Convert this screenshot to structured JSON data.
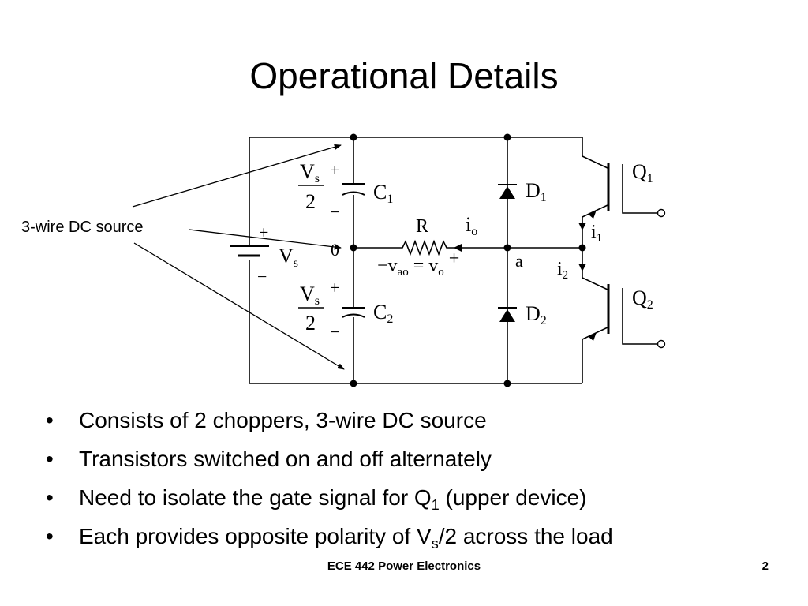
{
  "slide": {
    "title": "Operational Details",
    "footer_course": "ECE 442 Power Electronics",
    "footer_page": "2"
  },
  "diagram": {
    "callout": "3-wire DC source",
    "source": {
      "plus": "+",
      "minus": "−",
      "name": "V",
      "sub": "s"
    },
    "upper_half": {
      "num": "V",
      "num_sub": "s",
      "den": "2",
      "plus": "+",
      "minus": "−",
      "cap": "C",
      "cap_sub": "1"
    },
    "lower_half": {
      "num": "V",
      "num_sub": "s",
      "den": "2",
      "plus": "+",
      "minus": "−",
      "cap": "C",
      "cap_sub": "2"
    },
    "node_zero": "0",
    "node_a": "a",
    "resistor": "R",
    "current_out": {
      "name": "i",
      "sub": "o"
    },
    "voltage": {
      "minus": "−",
      "v1": "v",
      "v1_sub": "ao",
      "eq": " = ",
      "v2": "v",
      "v2_sub": "o",
      "plus": "+"
    },
    "diode_upper": {
      "name": "D",
      "sub": "1"
    },
    "diode_lower": {
      "name": "D",
      "sub": "2"
    },
    "transistor_upper": {
      "name": "Q",
      "sub": "1"
    },
    "transistor_lower": {
      "name": "Q",
      "sub": "2"
    },
    "current_upper": {
      "name": "i",
      "sub": "1"
    },
    "current_lower": {
      "name": "i",
      "sub": "2"
    }
  },
  "bullets": [
    {
      "text": "Consists of 2 choppers, 3-wire DC source"
    },
    {
      "text": "Transistors switched on and off alternately"
    },
    {
      "pre": "Need to isolate the gate signal for Q",
      "sub": "1",
      "post": " (upper device)"
    },
    {
      "pre": "Each provides opposite polarity of V",
      "sub": "s",
      "post": "/2 across the load"
    }
  ]
}
